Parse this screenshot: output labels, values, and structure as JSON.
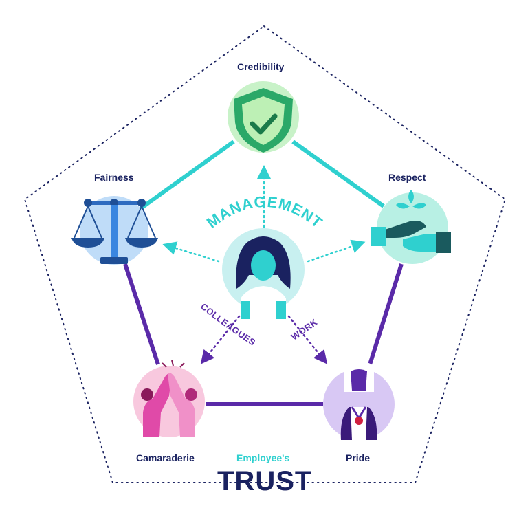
{
  "nodes": {
    "credibility": {
      "label": "Credibility"
    },
    "fairness": {
      "label": "Fairness"
    },
    "respect": {
      "label": "Respect"
    },
    "camaraderie": {
      "label": "Camaraderie"
    },
    "pride": {
      "label": "Pride"
    }
  },
  "center": {
    "management_label": "MANAGEMENT",
    "colleagues_label": "COLLEAGUES",
    "work_label": "WORK"
  },
  "footer": {
    "subtitle": "Employee's",
    "title": "TRUST"
  },
  "colors": {
    "navy": "#1a2260",
    "teal": "#2fd0cf",
    "purple": "#5a2aa8",
    "pink": "#e04aa8",
    "green": "#2aa868"
  }
}
